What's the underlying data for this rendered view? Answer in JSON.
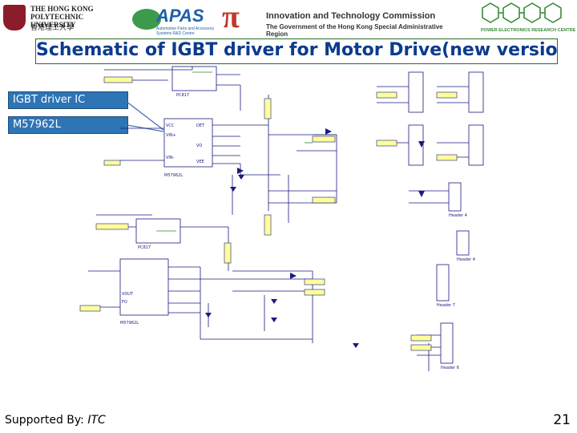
{
  "header": {
    "polyu": {
      "line1": "THE HONG KONG",
      "line2": "POLYTECHNIC UNIVERSITY",
      "line3": "香港理工大學"
    },
    "apas": {
      "name": "APAS",
      "sub": "Automotive Parts and Accessory Systems R&D Centre"
    },
    "itc": {
      "line1": "Innovation and Technology Commission",
      "line2": "The Government of the Hong Kong Special Administrative Region"
    },
    "perc": {
      "name": "POWER ELECTRONICS RESEARCH CENTRE"
    }
  },
  "title": "Schematic of IGBT driver  for  Motor Drive(new version)",
  "labels": {
    "driver_ic": "IGBT driver IC",
    "part_number": "M57962L"
  },
  "schematic": {
    "ic_top": "M57962L",
    "ic_bottom": "M57962L",
    "opto_top": "PC817",
    "opto_bottom": "PC817",
    "headers": [
      "Header 4",
      "Header 4",
      "Header 7",
      "Header 6"
    ],
    "pins": [
      "VCC",
      "VIN+",
      "VIN-",
      "DET",
      "VO",
      "VEE",
      "VOUT",
      "FO"
    ]
  },
  "footer": {
    "supported_prefix": "Supported By: ",
    "supported_org": "ITC",
    "page_number": "21"
  },
  "colors": {
    "title_text": "#0b3b8c",
    "title_border": "#2b6e2b",
    "label_bg": "#2e75b6",
    "wire": "#1a1a80",
    "wire_alt": "#2a8a2a",
    "net_label_bg": "#ffff99"
  }
}
